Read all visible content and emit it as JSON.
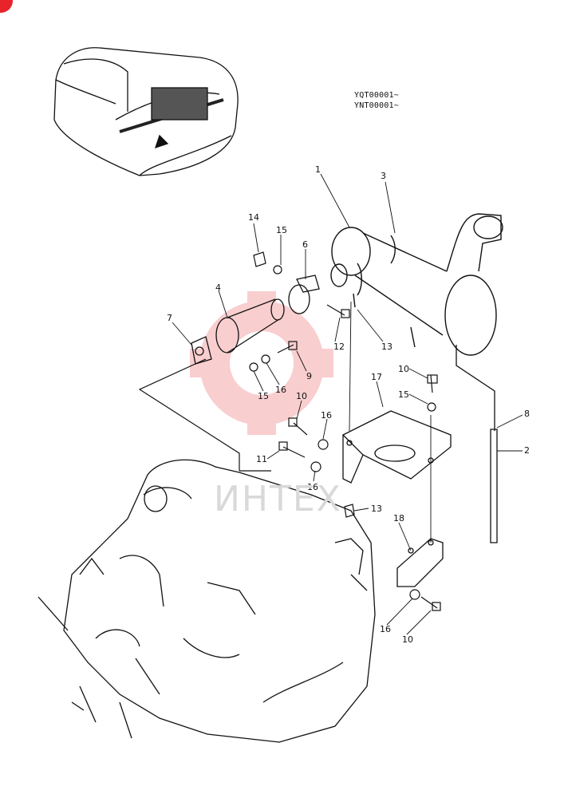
{
  "badge": "",
  "serials": [
    "YQT00001~",
    "YNT00001~"
  ],
  "watermark": "ИНТЕХ",
  "callouts": [
    {
      "label": "1"
    },
    {
      "label": "3"
    },
    {
      "label": "14"
    },
    {
      "label": "15"
    },
    {
      "label": "6"
    },
    {
      "label": "4"
    },
    {
      "label": "7"
    },
    {
      "label": "12"
    },
    {
      "label": "13"
    },
    {
      "label": "9"
    },
    {
      "label": "15"
    },
    {
      "label": "16"
    },
    {
      "label": "10"
    },
    {
      "label": "17"
    },
    {
      "label": "10"
    },
    {
      "label": "15"
    },
    {
      "label": "16"
    },
    {
      "label": "8"
    },
    {
      "label": "2"
    },
    {
      "label": "11"
    },
    {
      "label": "16"
    },
    {
      "label": "13"
    },
    {
      "label": "18"
    },
    {
      "label": "16"
    },
    {
      "label": "10"
    }
  ]
}
